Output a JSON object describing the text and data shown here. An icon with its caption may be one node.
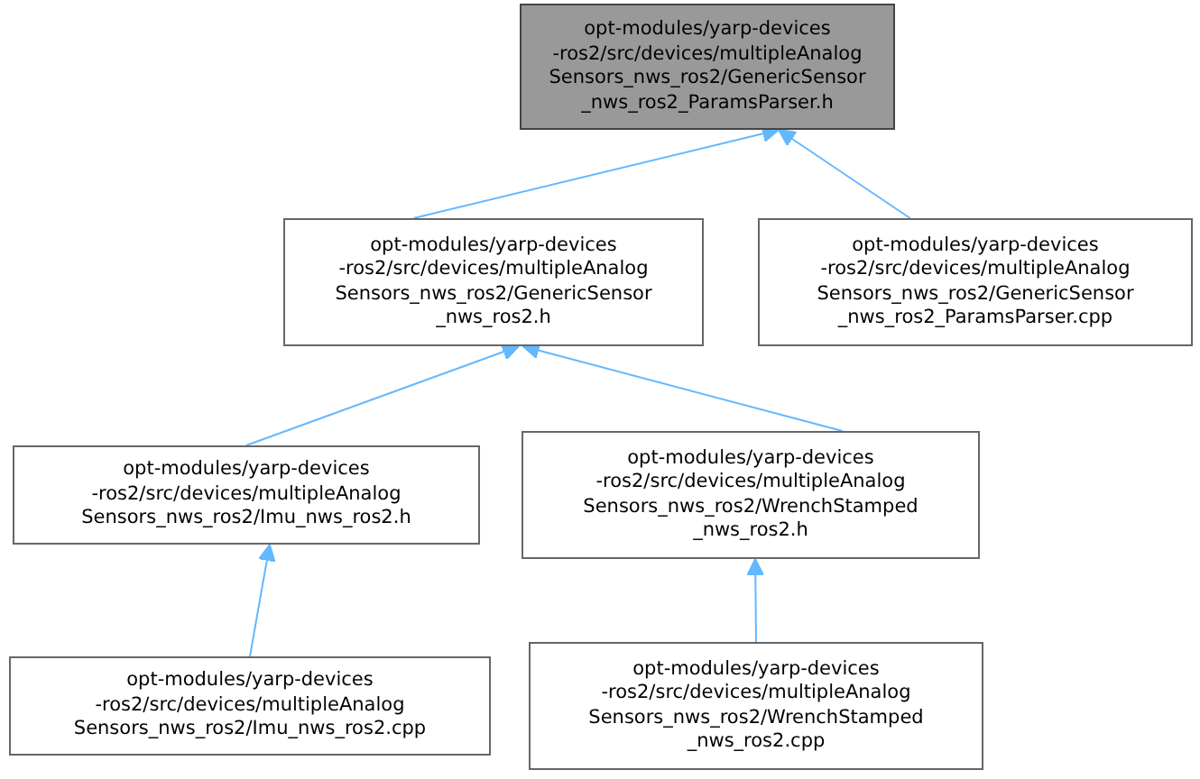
{
  "diagram": {
    "nodes": [
      {
        "text": [
          "opt-modules/yarp-devices -ros2/src/devices/multipleAnalog Sensors_nws_ros2/GenericSensor _nws_ros2_ParamsParser.h"
        ]
      },
      {
        "text": [
          "opt-modules/yarp-devices -ros2/src/devices/multipleAnalog Sensors_nws_ros2/GenericSensor _nws_ros2.h"
        ]
      },
      {
        "text": [
          "opt-modules/yarp-devices -ros2/src/devices/multipleAnalog Sensors_nws_ros2/GenericSensor _nws_ros2_ParamsParser.cpp"
        ]
      },
      {
        "text": [
          "opt-modules/yarp-devices -ros2/src/devices/multipleAnalog Sensors_nws_ros2/Imu_nws_ros2.h"
        ]
      },
      {
        "text": [
          "opt-modules/yarp-devices -ros2/src/devices/multipleAnalog Sensors_nws_ros2/WrenchStamped _nws_ros2.h"
        ]
      },
      {
        "text": [
          "opt-modules/yarp-devices -ros2/src/devices/multipleAnalog Sensors_nws_ros2/Imu_nws_ros2.cpp"
        ]
      },
      {
        "text": [
          "opt-modules/yarp-devices -ros2/src/devices/multipleAnalog Sensors_nws_ros2/WrenchStamped _nws_ros2.cpp"
        ]
      }
    ],
    "edges": [
      {
        "from": 1,
        "to": 0,
        "arrow": "to"
      },
      {
        "from": 2,
        "to": 0,
        "arrow": "to"
      },
      {
        "from": 3,
        "to": 1,
        "arrow": "to"
      },
      {
        "from": 4,
        "to": 1,
        "arrow": "to"
      },
      {
        "from": 5,
        "to": 3,
        "arrow": "to"
      },
      {
        "from": 6,
        "to": 4,
        "arrow": "to"
      }
    ]
  }
}
